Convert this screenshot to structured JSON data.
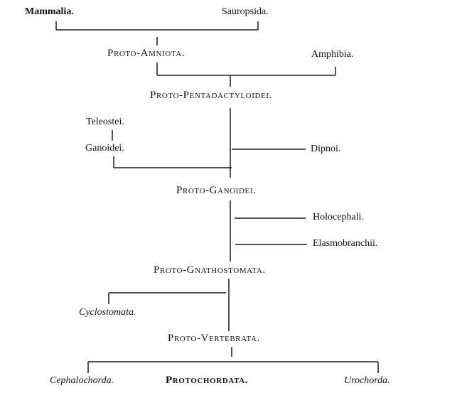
{
  "diagram": {
    "type": "phylogenetic-tree",
    "nodes": {
      "mammalia": "Mammalia.",
      "sauropsida": "Sauropsida.",
      "proto_amniota": "Proto-Amniota.",
      "amphibia": "Amphibia.",
      "proto_pentadactyloidei": "Proto-Pentadactyloidei.",
      "teleostei": "Teleostei.",
      "ganoidei": "Ganoidei.",
      "dipnoi": "Dipnoi.",
      "proto_ganoidei": "Proto-Ganoidei.",
      "holocephali": "Holocephali.",
      "elasmobranchii": "Elasmobranchii.",
      "proto_gnathostomata": "Proto-Gnathostomata.",
      "cyclostomata": "Cyclostomata.",
      "proto_vertebrata": "Proto-Vertebrata.",
      "cephalochorda": "Cephalochorda.",
      "protochordata": "Protochordata.",
      "urochorda": "Urochorda."
    },
    "edges": [
      [
        "proto_amniota",
        "mammalia"
      ],
      [
        "proto_amniota",
        "sauropsida"
      ],
      [
        "proto_pentadactyloidei",
        "proto_amniota"
      ],
      [
        "proto_pentadactyloidei",
        "amphibia"
      ],
      [
        "proto_ganoidei",
        "proto_pentadactyloidei"
      ],
      [
        "proto_ganoidei",
        "dipnoi"
      ],
      [
        "proto_ganoidei",
        "ganoidei"
      ],
      [
        "ganoidei",
        "teleostei"
      ],
      [
        "proto_gnathostomata",
        "proto_ganoidei"
      ],
      [
        "proto_gnathostomata",
        "holocephali"
      ],
      [
        "proto_gnathostomata",
        "elasmobranchii"
      ],
      [
        "proto_vertebrata",
        "proto_gnathostomata"
      ],
      [
        "proto_vertebrata",
        "cyclostomata"
      ],
      [
        "protochordata",
        "proto_vertebrata"
      ],
      [
        "protochordata",
        "cephalochorda"
      ],
      [
        "protochordata",
        "urochorda"
      ]
    ]
  }
}
